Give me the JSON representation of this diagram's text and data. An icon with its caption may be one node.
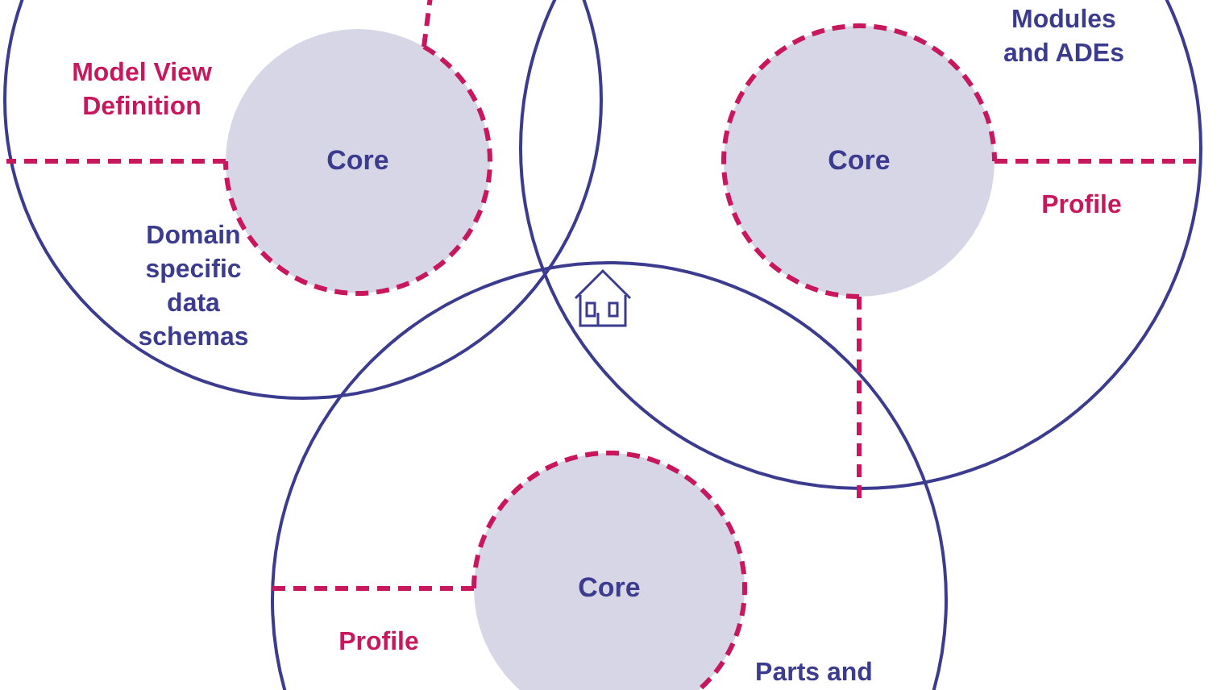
{
  "diagram": {
    "nodes": [
      {
        "text": [],
        "shape": "circle"
      },
      {
        "text": [
          "Core"
        ],
        "in": 0
      },
      {
        "text": [],
        "shape": "circle"
      },
      {
        "text": [
          "Core"
        ],
        "in": 2
      },
      {
        "text": [],
        "shape": "circle"
      },
      {
        "text": [
          "Core"
        ],
        "in": 4
      }
    ],
    "edges": [],
    "labels": [
      "Modules and ADEs",
      "Model View Definition",
      "Profile",
      "Domain specific data schemas",
      "Profile",
      "Parts and"
    ]
  }
}
